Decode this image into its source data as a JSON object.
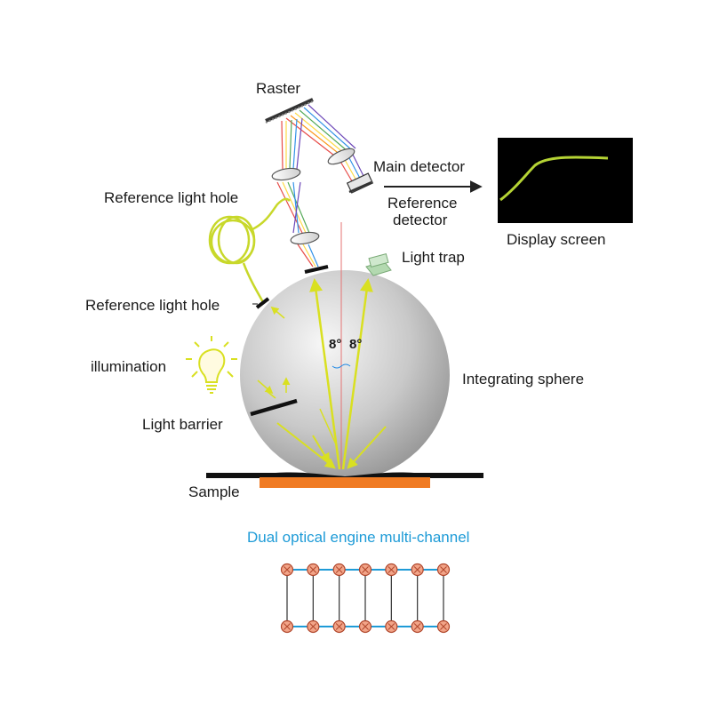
{
  "labels": {
    "raster": "Raster",
    "main_detector": "Main detector",
    "reference_detector_line1": "Reference",
    "reference_detector_line2": "detector",
    "display_screen": "Display screen",
    "reference_light_hole_top": "Reference light hole",
    "light_trap": "Light trap",
    "reference_light_hole_side": "Reference light hole",
    "illumination": "illumination",
    "integrating_sphere": "Integrating sphere",
    "light_barrier": "Light barrier",
    "sample": "Sample",
    "angle_left": "8°",
    "angle_right": "8°",
    "caption": "Dual optical engine multi-channel"
  },
  "colors": {
    "beam": "#d9e021",
    "sample": "#f07b23",
    "screen": "#000000",
    "screen_curve": "#b5d334",
    "channel_line": "#1e9bd7",
    "channel_node": "#f2a488",
    "caption": "#1e9bd7"
  },
  "icons": [
    "lightbulb-icon",
    "fiber-coil-icon",
    "arrow-right-icon"
  ],
  "channel_grid": {
    "columns": 7,
    "rows": 2
  }
}
